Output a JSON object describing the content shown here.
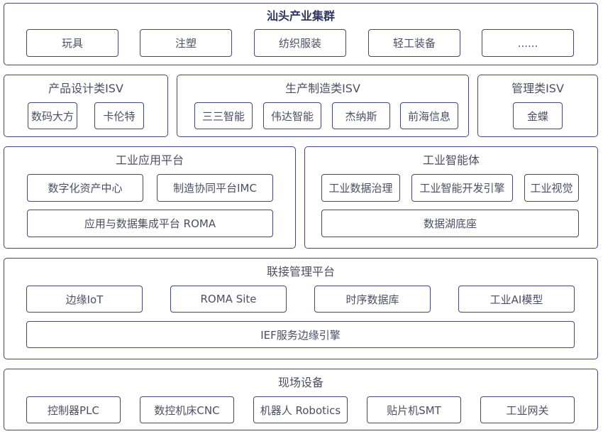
{
  "cluster": {
    "title": "汕头产业集群",
    "items": [
      "玩具",
      "注塑",
      "纺织服装",
      "轻工装备",
      "......"
    ]
  },
  "isv_design": {
    "title": "产品设计类ISV",
    "items": [
      "数码大方",
      "卡伦特"
    ]
  },
  "isv_mfg": {
    "title": "生产制造类ISV",
    "items": [
      "三三智能",
      "伟达智能",
      "杰纳斯",
      "前海信息"
    ]
  },
  "isv_mgmt": {
    "title": "管理类ISV",
    "items": [
      "金蝶"
    ]
  },
  "app_platform": {
    "title": "工业应用平台",
    "items": [
      "数字化资产中心",
      "制造协同平台IMC",
      "应用与数据集成平台 ROMA"
    ]
  },
  "agent": {
    "title": "工业智能体",
    "items": [
      "工业数据治理",
      "工业智能开发引擎",
      "工业视觉",
      "数据湖底座"
    ]
  },
  "connect": {
    "title": "联接管理平台",
    "items": [
      "边缘IoT",
      "ROMA Site",
      "时序数据库",
      "工业AI模型",
      "IEF服务边缘引擎"
    ]
  },
  "field": {
    "title": "现场设备",
    "items": [
      "控制器PLC",
      "数控机床CNC",
      "机器人 Robotics",
      "贴片机SMT",
      "工业网关"
    ]
  }
}
